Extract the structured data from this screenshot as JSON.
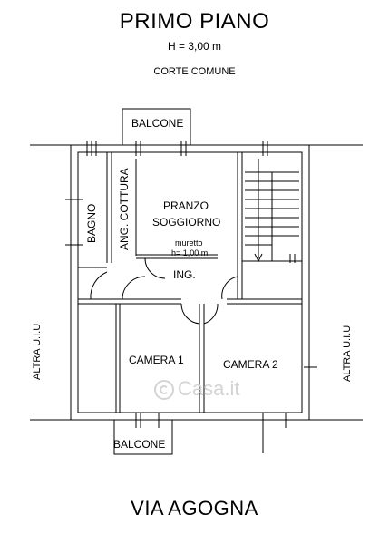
{
  "header": {
    "title": "PRIMO PIANO",
    "height_note": "H = 3,00 m",
    "top_label": "CORTE COMUNE"
  },
  "rooms": {
    "balcony_top": "BALCONE",
    "bathroom": "BAGNO",
    "kitchen_corner": "ANG. COTTURA",
    "living_1": "PRANZO",
    "living_2": "SOGGIORNO",
    "low_wall": "muretto",
    "low_wall_height": "h= 1,00 m",
    "entrance": "ING.",
    "bedroom_1": "CAMERA 1",
    "bedroom_2": "CAMERA 2",
    "balcony_bottom": "BALCONE"
  },
  "sides": {
    "left": "ALTRA U.I.U",
    "right": "ALTRA U.I.U"
  },
  "footer": {
    "street": "VIA AGOGNA"
  },
  "watermark": {
    "text": "Casa.it"
  },
  "colors": {
    "lines": "#000000",
    "background": "#ffffff",
    "watermark": "#d4d4d4"
  }
}
